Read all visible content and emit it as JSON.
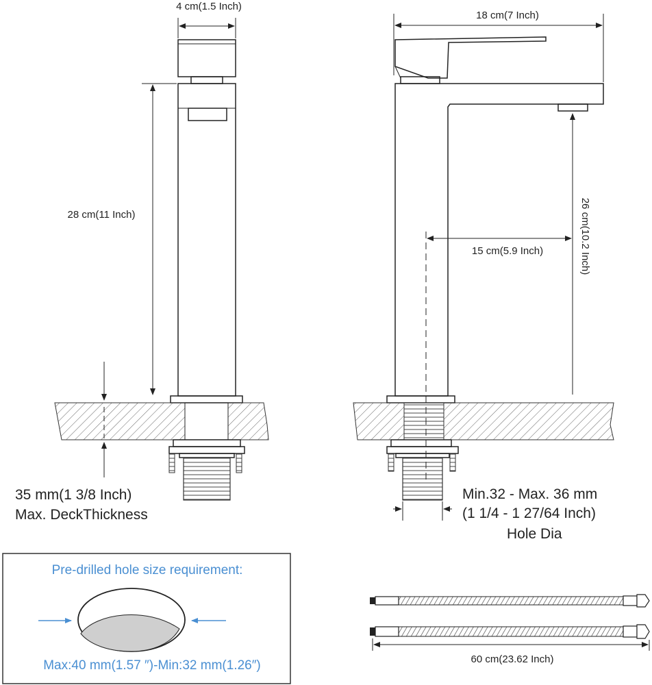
{
  "left_view": {
    "handle_width": "4 cm(1.5 Inch)",
    "height": "28 cm(11 Inch)",
    "deck_thickness": "35 mm(1 3/8 Inch)",
    "deck_thickness_note": "Max. DeckThickness"
  },
  "right_view": {
    "length": "18 cm(7 Inch)",
    "spout_height": "26 cm(10.2 Inch)",
    "reach": "15 cm(5.9 Inch)",
    "hole_range": "Min.32 - Max. 36 mm",
    "hole_range_inch": "(1 1/4 - 1 27/64 Inch)",
    "hole_label": "Hole Dia"
  },
  "hole_box": {
    "title": "Pre-drilled hole size requirement:",
    "range": "Max:40 mm(1.57 ″)-Min:32 mm(1.26″)"
  },
  "hoses": {
    "length": "60 cm(23.62 Inch)"
  },
  "colors": {
    "line": "#222222",
    "accent_blue": "#4a8fd2",
    "hole_fill": "#cfcfcf",
    "hatch": "#555555"
  }
}
